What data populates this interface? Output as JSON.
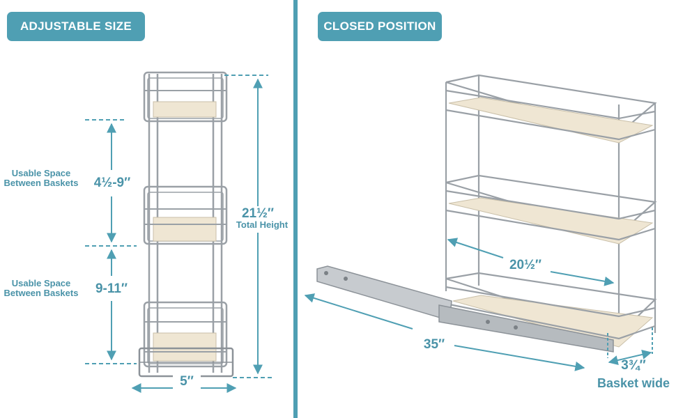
{
  "left_panel": {
    "header": "ADJUSTABLE SIZE",
    "usable_space_1": {
      "label_line1": "Usable Space",
      "label_line2": "Between Baskets",
      "value": "4½-9″"
    },
    "usable_space_2": {
      "label_line1": "Usable Space",
      "label_line2": "Between Baskets",
      "value": "9-11″"
    },
    "total_height": {
      "value": "21½″",
      "label": "Total Height"
    },
    "width": {
      "value": "5″"
    }
  },
  "right_panel": {
    "header": "CLOSED POSITION",
    "depth": {
      "value": "20½″"
    },
    "slide_length": {
      "value": "35″"
    },
    "basket_width": {
      "value": "3¾″",
      "label": "Basket wide"
    }
  },
  "colors": {
    "accent": "#4f9fb3",
    "label": "#4a93a8",
    "chrome": "#9aa0a6",
    "board": "#efe6d3"
  }
}
